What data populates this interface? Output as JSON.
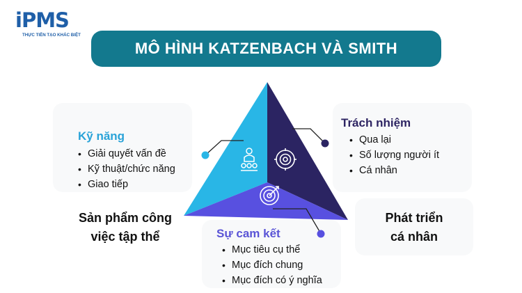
{
  "logo": {
    "wordmark": "iPMS",
    "tagline": "THỰC TIỄN TẠO KHÁC BIỆT"
  },
  "title": "MÔ HÌNH KATZENBACH VÀ SMITH",
  "sections": {
    "skills": {
      "heading": "Kỹ năng",
      "items": [
        "Giải quyết vấn đề",
        "Kỹ thuật/chức năng",
        "Giao tiếp"
      ],
      "color": "#2aa3d8"
    },
    "accountability": {
      "heading": "Trách nhiệm",
      "items": [
        "Qua lại",
        "Số lượng người ít",
        "Cá nhân"
      ],
      "color": "#2e2563"
    },
    "commitment": {
      "heading": "Sự cam kết",
      "items": [
        "Mục tiêu cụ thể",
        "Mục đích chung",
        "Mục đích có ý nghĩa"
      ],
      "color": "#5a54d6"
    }
  },
  "corners": {
    "left": [
      "Sản phẩm công",
      "việc tập thể"
    ],
    "right": [
      "Phát triển",
      "cá nhân"
    ]
  },
  "icons": {
    "skills": "team-people-icon",
    "accountability": "gear-cog-icon",
    "commitment": "target-dart-icon"
  },
  "colors": {
    "banner": "#13798e",
    "triangle_left": "#29b6e6",
    "triangle_right": "#2b2462",
    "triangle_bottom": "#5850e0",
    "logo": "#1f5fa8"
  }
}
